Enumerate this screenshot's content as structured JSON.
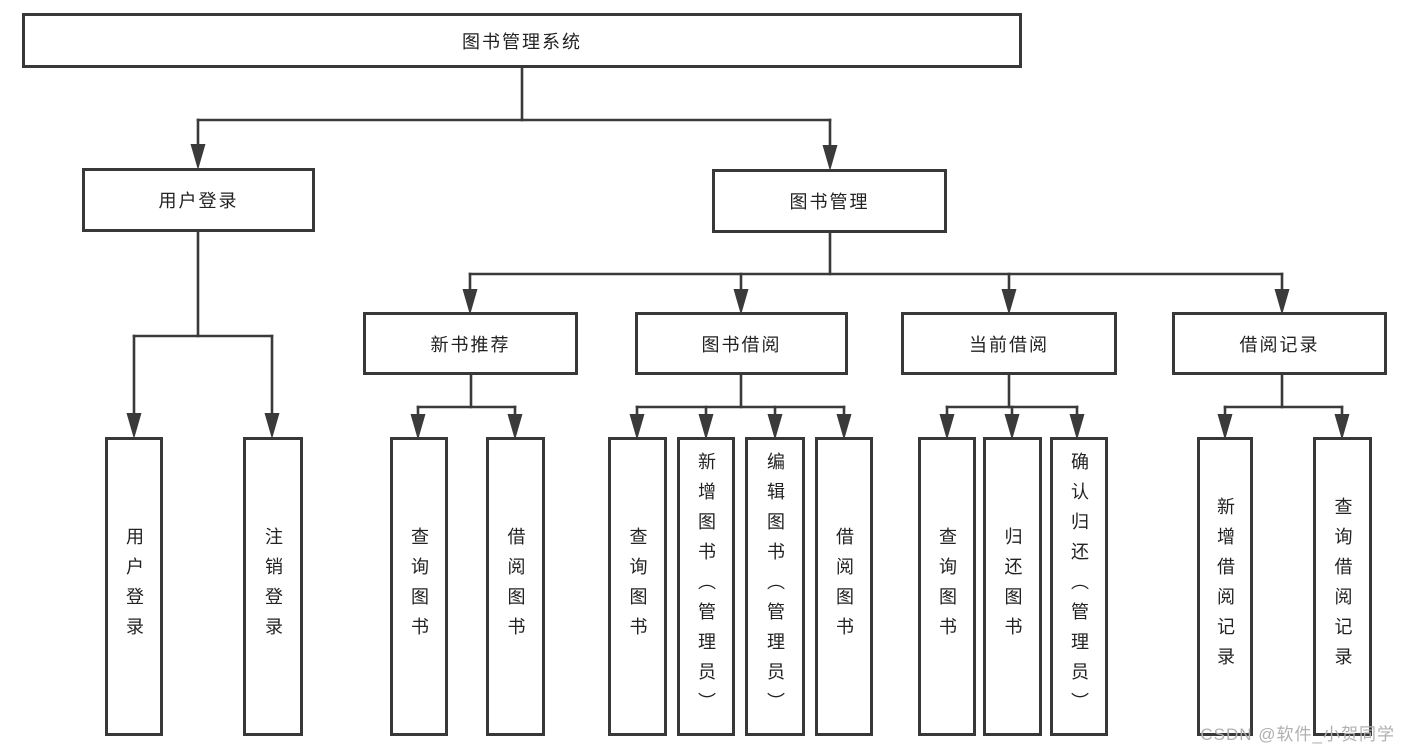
{
  "diagram": {
    "root": "图书管理系统",
    "branches": [
      {
        "label": "用户登录",
        "children": [
          "用户登录",
          "注销登录"
        ]
      },
      {
        "label": "图书管理",
        "sections": [
          {
            "label": "新书推荐",
            "children": [
              "查询图书",
              "借阅图书"
            ]
          },
          {
            "label": "图书借阅",
            "children": [
              "查询图书",
              "新增图书（管理员）",
              "编辑图书（管理员）",
              "借阅图书"
            ]
          },
          {
            "label": "当前借阅",
            "children": [
              "查询图书",
              "归还图书",
              "确认归还（管理员）"
            ]
          },
          {
            "label": "借阅记录",
            "children": [
              "新增借阅记录",
              "查询借阅记录"
            ]
          }
        ]
      }
    ]
  },
  "watermark": "CSDN @软件_小贺同学",
  "colors": {
    "line": "#3a3a3a",
    "text": "#222222",
    "watermark": "#b0b0b0",
    "background": "#ffffff"
  }
}
